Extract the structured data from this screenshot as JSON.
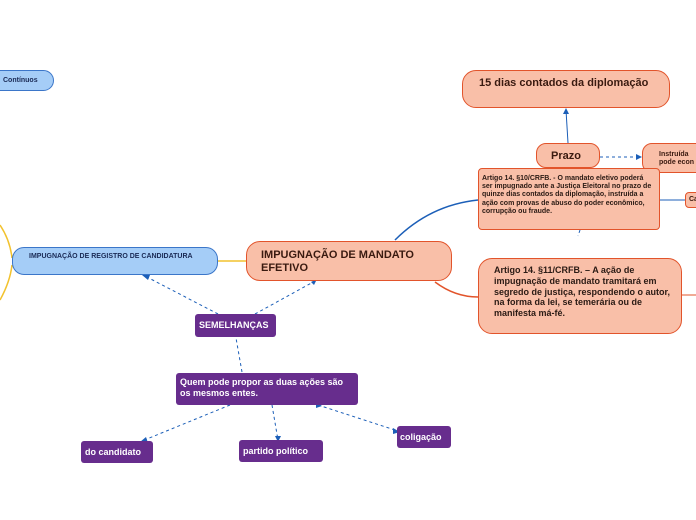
{
  "nodes": {
    "continuos": "Contínuos",
    "registro_candidatura": "IMPUGNAÇÃO DE REGISTRO DE CANDIDATURA",
    "mandato_efetivo": "IMPUGNAÇÃO DE MANDATO EFETIVO",
    "dias_diplomacao": "15 dias contados da diplomação",
    "prazo": "Prazo",
    "instruida": "Instruída pode econ",
    "ca": "Ca",
    "artigo_10": "Artigo 14. §10/CRFB. - O mandato eletivo poderá ser impugnado ante a Justiça Eleitoral no prazo de quinze dias contados da diplomação, instruída a ação com provas de abuso do poder econômico, corrupção ou fraude.",
    "artigo_11": "Artigo 14. §11/CRFB. – A ação de impugnação de mandato tramitará em segredo de justiça, respondendo o autor, na forma da lei, se temerária ou de manifesta má-fé.",
    "semelhancas": "SEMELHANÇAS",
    "quem_pode": "Quem pode propor as duas ações são os mesmos entes.",
    "candidato": "do candidato",
    "partido": "partido político",
    "coligacao": "coligação"
  },
  "colors": {
    "blue_fill": "#a5cdf7",
    "salmon_fill": "#f9bfa8",
    "purple_fill": "#672d8d",
    "branch_blue": "#1c5fb8",
    "branch_orange": "#e2542b",
    "branch_yellow": "#f2c22e"
  }
}
